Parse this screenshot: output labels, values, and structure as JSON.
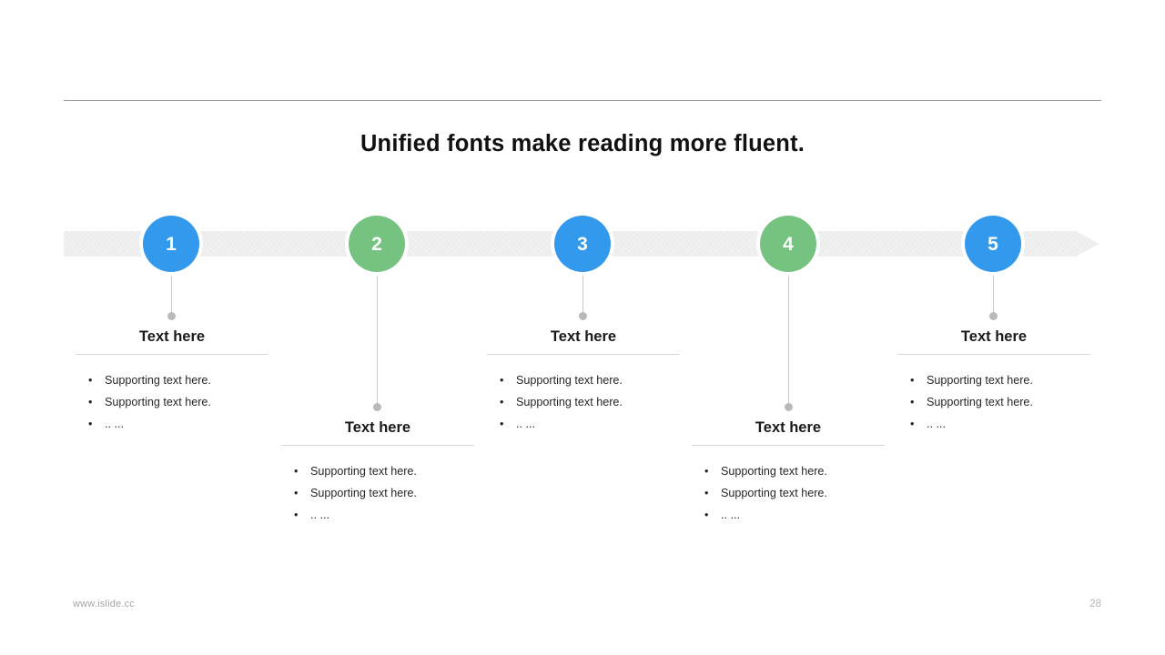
{
  "slide": {
    "title": "Unified fonts make reading more fluent.",
    "page_number": "28",
    "footer_url": "www.islide.cc",
    "colors": {
      "blue": "#3399ec",
      "green": "#76c281",
      "bar": "#f1f1f1",
      "rule": "#9a9a9a",
      "block_rule": "#d8d8d8",
      "connector": "#c9c9c9",
      "dot": "#b9b9b9",
      "title_text": "#111111",
      "body_text": "#262626",
      "footer_text": "#a6a6a6"
    }
  },
  "timeline": {
    "steps": [
      {
        "number": "1",
        "color_name": "blue",
        "position": "top",
        "heading": "Text here",
        "bullets": [
          {
            "marker": "•",
            "text": "Supporting  text here."
          },
          {
            "marker": "•",
            "text": "Supporting  text here."
          },
          {
            "marker": "•",
            "text": ".. ..."
          }
        ]
      },
      {
        "number": "2",
        "color_name": "green",
        "position": "bottom",
        "heading": "Text here",
        "bullets": [
          {
            "marker": "•",
            "text": "Supporting  text here."
          },
          {
            "marker": "•",
            "text": "Supporting  text here."
          },
          {
            "marker": "•",
            "text": ".. ..."
          }
        ]
      },
      {
        "number": "3",
        "color_name": "blue",
        "position": "top",
        "heading": "Text here",
        "bullets": [
          {
            "marker": "•",
            "text": "Supporting  text here."
          },
          {
            "marker": "•",
            "text": "Supporting  text here."
          },
          {
            "marker": "•",
            "text": ".. ..."
          }
        ]
      },
      {
        "number": "4",
        "color_name": "green",
        "position": "bottom",
        "heading": "Text here",
        "bullets": [
          {
            "marker": "•",
            "text": "Supporting  text here."
          },
          {
            "marker": "•",
            "text": "Supporting  text here."
          },
          {
            "marker": "•",
            "text": ".. ..."
          }
        ]
      },
      {
        "number": "5",
        "color_name": "blue",
        "position": "top",
        "heading": "Text here",
        "bullets": [
          {
            "marker": "•",
            "text": "Supporting  text here."
          },
          {
            "marker": "•",
            "text": "Supporting  text here."
          },
          {
            "marker": "•",
            "text": ".. ..."
          }
        ]
      }
    ]
  }
}
